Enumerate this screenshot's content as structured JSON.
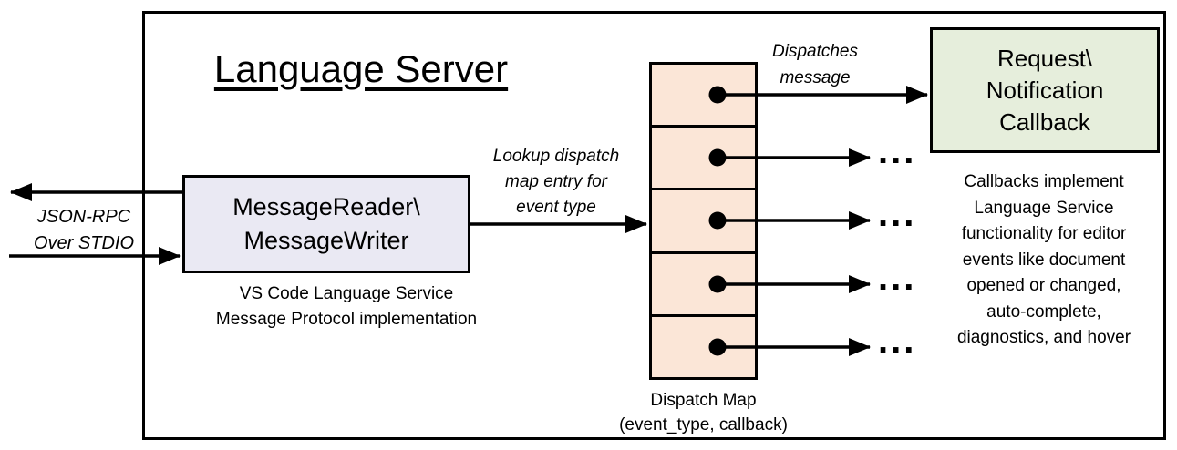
{
  "title": "Language Server",
  "left_channel": {
    "label": "JSON-RPC\nOver STDIO"
  },
  "reader": {
    "label": "MessageReader\\\nMessageWriter",
    "caption": "VS Code Language Service\nMessage Protocol implementation"
  },
  "lookup_label": "Lookup dispatch\nmap entry for\nevent type",
  "dispatch_map": {
    "label": "Dispatch Map\n(event_type, callback)",
    "cell_count": 5
  },
  "dispatches_label": "Dispatches\nmessage",
  "callback": {
    "label": "Request\\\nNotification\nCallback",
    "caption": "Callbacks implement\nLanguage Service\nfunctionality for editor\nevents like document\nopened or changed,\nauto-complete,\ndiagnostics, and hover"
  },
  "ellipsis": "...",
  "colors": {
    "reader_fill": "#EAE9F3",
    "map_fill": "#FBE6D7",
    "callback_fill": "#E6EEDC",
    "line": "#000000"
  }
}
